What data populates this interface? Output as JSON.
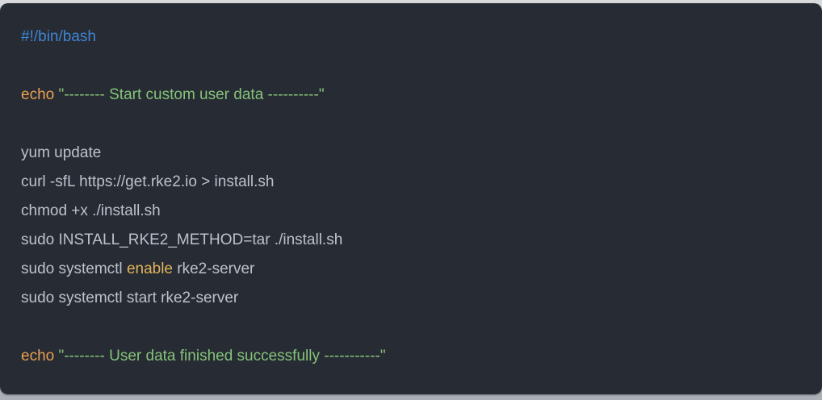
{
  "panel": {
    "name": "user-data-script-block",
    "language": "bash"
  },
  "colors": {
    "page_background_top": "#d8d9da",
    "page_background_bottom": "#aab0b5",
    "panel_background": "#272b34",
    "plain": "#bcc2ca",
    "shebang": "#3f86d2",
    "builtin": "#e9a052",
    "keyword": "#e2b45a",
    "string": "#85c379"
  },
  "code": {
    "lines": [
      {
        "tokens": [
          {
            "text": "#!/bin/bash",
            "role": "shebang"
          }
        ]
      },
      {
        "tokens": []
      },
      {
        "tokens": [
          {
            "text": "echo",
            "role": "builtin"
          },
          {
            "text": " ",
            "role": "plain"
          },
          {
            "text": "\"-------- Start custom user data ----------\"",
            "role": "string"
          }
        ]
      },
      {
        "tokens": []
      },
      {
        "tokens": [
          {
            "text": "yum update",
            "role": "plain"
          }
        ]
      },
      {
        "tokens": [
          {
            "text": "curl -sfL https://get.rke2.io > install.sh",
            "role": "plain"
          }
        ]
      },
      {
        "tokens": [
          {
            "text": "chmod +x ./install.sh",
            "role": "plain"
          }
        ]
      },
      {
        "tokens": [
          {
            "text": "sudo INSTALL_RKE2_METHOD=tar ./install.sh",
            "role": "plain"
          }
        ]
      },
      {
        "tokens": [
          {
            "text": "sudo systemctl ",
            "role": "plain"
          },
          {
            "text": "enable",
            "role": "keyword"
          },
          {
            "text": " rke2-server",
            "role": "plain"
          }
        ]
      },
      {
        "tokens": [
          {
            "text": "sudo systemctl start rke2-server",
            "role": "plain"
          }
        ]
      },
      {
        "tokens": []
      },
      {
        "tokens": [
          {
            "text": "echo",
            "role": "builtin"
          },
          {
            "text": " ",
            "role": "plain"
          },
          {
            "text": "\"-------- User data finished successfully -----------\"",
            "role": "string"
          }
        ]
      }
    ]
  }
}
